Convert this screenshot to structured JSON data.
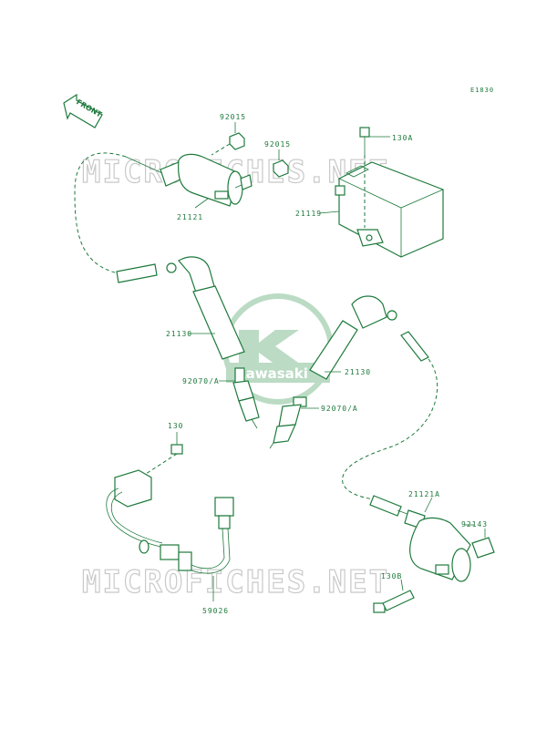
{
  "diagram_code": "E1830",
  "direction_label": "FRONT",
  "watermark_text": "MICROFICHES.NET",
  "logo_text": "Kawasaki",
  "parts": {
    "p92015_left": "92015",
    "p92015_right": "92015",
    "p130A": "130A",
    "p21121": "21121",
    "p21119": "21119",
    "p21130_left": "21130",
    "p21130_right": "21130",
    "p92070A_left": "92070/A",
    "p92070A_right": "92070/A",
    "p130": "130",
    "p21121A": "21121A",
    "p92143": "92143",
    "p130B": "130B",
    "p59026": "59026"
  },
  "colors": {
    "line": "#1e7a3c",
    "watermark": "#c9c9c9"
  }
}
